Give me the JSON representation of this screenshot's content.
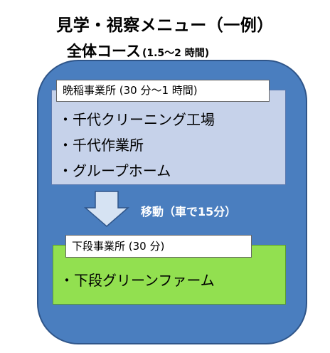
{
  "title": "見学・視察メニュー（一例）",
  "subtitle": {
    "main": "全体コース",
    "duration": "(1.5〜2 時間)"
  },
  "section1": {
    "label": "晩稲事業所 (30 分〜1 時間)",
    "items": [
      "・千代クリーニング工場",
      "・千代作業所",
      "・グループホーム"
    ]
  },
  "transfer": {
    "label": "移動（車で15分）"
  },
  "section2": {
    "label": "下段事業所 (30 分)",
    "items": [
      "・下段グリーンファーム"
    ]
  },
  "colors": {
    "outer_box": "#4a7ebf",
    "section1_fill": "#c6d2ea",
    "section2_fill": "#92e050",
    "arrow_fill": "#d6e3f3"
  }
}
